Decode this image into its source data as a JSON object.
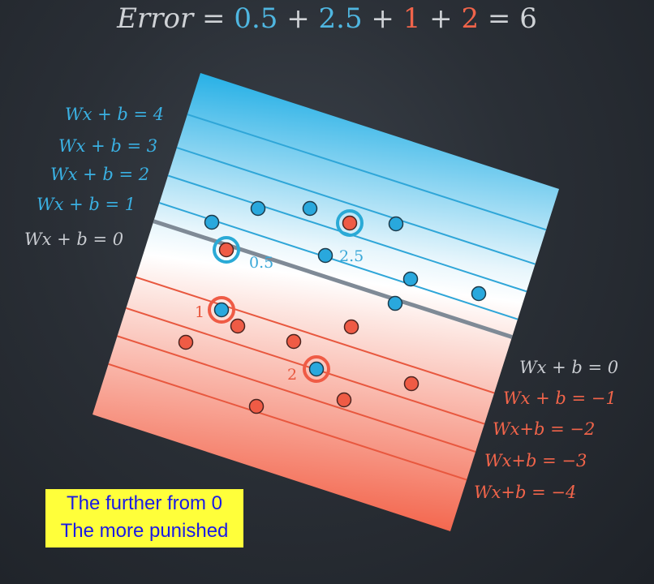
{
  "equation": {
    "prefix": "Error",
    "eq": " = ",
    "t1": "0.5",
    "t2": "2.5",
    "t3": "1",
    "t4": "2",
    "result": "6",
    "plus": " + "
  },
  "left_labels": [
    {
      "text": "Wx + b = 4",
      "color": "#3ab0e2"
    },
    {
      "text": "Wx + b = 3",
      "color": "#3ab0e2"
    },
    {
      "text": "Wx + b = 2",
      "color": "#3ab0e2"
    },
    {
      "text": "Wx + b = 1",
      "color": "#3ab0e2"
    },
    {
      "text": "Wx + b = 0",
      "color": "#c8cbd0"
    }
  ],
  "right_labels": [
    {
      "text": "Wx + b = 0",
      "color": "#c8cbd0"
    },
    {
      "text": "Wx + b = −1",
      "color": "#f0644a"
    },
    {
      "text": "Wx+b = −2",
      "color": "#f0644a"
    },
    {
      "text": "Wx+b = −3",
      "color": "#f0644a"
    },
    {
      "text": "Wx+b = −4",
      "color": "#f0644a"
    }
  ],
  "error_labels": {
    "e1": "0.5",
    "e2": "2.5",
    "e3": "1",
    "e4": "2"
  },
  "caption": {
    "line1": "The further from 0",
    "line2": "The more punished"
  },
  "colors": {
    "blue": "#29a8dd",
    "red": "#ef5b45",
    "boundary": "#7f8a96"
  }
}
